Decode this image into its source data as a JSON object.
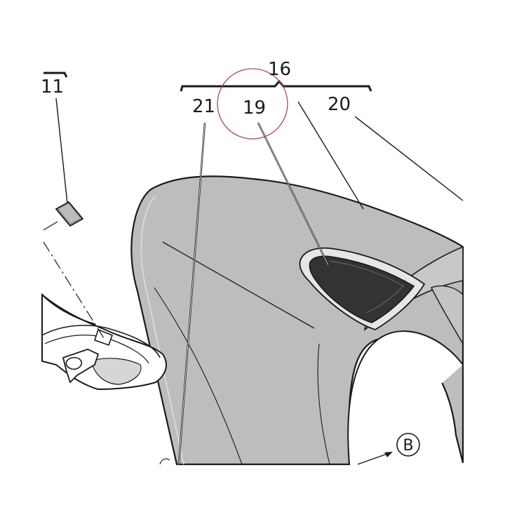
{
  "callouts": {
    "c11": "11",
    "c16": "16",
    "c19": "19",
    "c20": "20",
    "c21": "21"
  },
  "view_marker": "B",
  "colors": {
    "body_fill": "#bdbdbd",
    "body_edge": "#d2d2d2",
    "pad_fill": "#333333",
    "pad_rim": "#e8e8e8",
    "line": "#1a1a1a",
    "highlight_circle": "#b0485a",
    "background": "#ffffff"
  }
}
